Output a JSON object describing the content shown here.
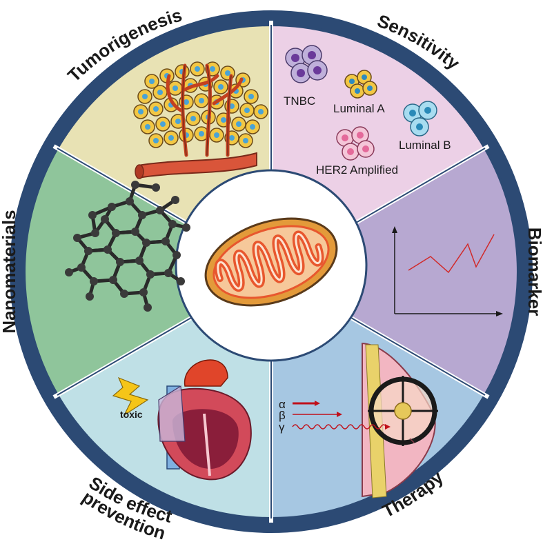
{
  "segments": {
    "tumorigenesis": "Tumorigenesis",
    "sensitivity": "Sensitivity",
    "biomarker": "Biomarker",
    "therapy": "Therapy",
    "side_effect_line1": "Side effect",
    "side_effect_line2": "prevention",
    "nanomaterials": "Nanomaterials"
  },
  "sensitivity_labels": {
    "tnbc": "TNBC",
    "luminal_a": "Luminal A",
    "luminal_b": "Luminal B",
    "her2": "HER2 Amplified"
  },
  "side_effect_labels": {
    "toxic": "toxic"
  },
  "therapy_labels": {
    "alpha": "α",
    "beta": "β",
    "gamma": "γ"
  },
  "colors": {
    "tumorigenesis": "#e8e2b4",
    "sensitivity": "#ecd0e6",
    "biomarker": "#b7a8d1",
    "therapy": "#a6c7e2",
    "side_effect": "#bfe0e6",
    "nanomaterials": "#8fc59b",
    "border": "#2c4a74",
    "mito_outer": "#e39a3a",
    "mito_inner": "#e8572e"
  }
}
